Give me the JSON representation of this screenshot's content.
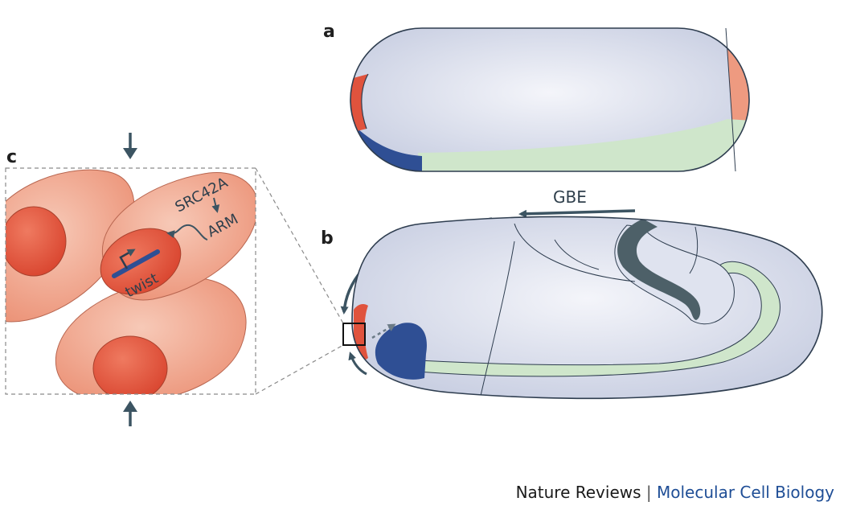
{
  "panels": {
    "a": "a",
    "b": "b",
    "c": "c"
  },
  "labels": {
    "gbe": "GBE",
    "src42a": "SRC42A",
    "arm": "ARM",
    "twist": "twist"
  },
  "credit": {
    "journal": "Nature Reviews",
    "separator": "|",
    "subject": "Molecular Cell Biology"
  },
  "colors": {
    "embryo_fill": "#d3d8e8",
    "embryo_outline": "#2e3d4f",
    "cell_fill": "#ef9f88",
    "nucleus_fill": "#e2583f",
    "anterior_red": "#e0533d",
    "posterior_salmon": "#ee9a80",
    "mesoderm_green": "#cfe6cb",
    "blue_domain": "#2f4f94",
    "dark_slate": "#4d6068",
    "arrow": "#3c5462"
  },
  "icons": [
    "down-arrow-icon",
    "up-arrow-icon",
    "gbe-arrow-icon",
    "dashed-arrow-icon",
    "gene-promoter-arrow-icon"
  ]
}
